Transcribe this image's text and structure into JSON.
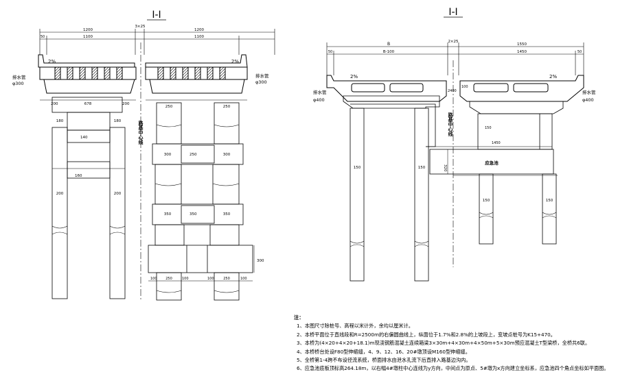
{
  "left": {
    "title": "I-I",
    "dims_top": [
      "1200",
      "3×25",
      "1200"
    ],
    "dims_second": [
      "50",
      "1100",
      "1100"
    ],
    "slope_left": "2%",
    "slope_right": "2%",
    "drain_label": "排水管",
    "drain_dia": "φ300",
    "pier_dims": {
      "left_offset": "200",
      "span": "678",
      "right_offset": "200"
    },
    "column_widths": {
      "upper": "180",
      "beam": "140",
      "middle": "160",
      "lower": "200"
    },
    "centerline": "路基中心线",
    "right_dims": {
      "col_a": "250",
      "col_b": "300",
      "beam_a": "250",
      "col_c": "350",
      "beam_b": "350",
      "cap": "300"
    },
    "footing_dims": [
      "100",
      "250",
      "100",
      "100",
      "250",
      "100"
    ]
  },
  "right": {
    "title": "I-I",
    "dims_top": [
      "B",
      "2×25",
      "1550"
    ],
    "dims_second": [
      "50",
      "B-100",
      "1450",
      "50"
    ],
    "slope_left": "2%",
    "slope_right": "2%",
    "drain_label": "排水管",
    "drain_dia": "φ400",
    "centerline": "路基中心线",
    "beam_dims": {
      "d100": "100",
      "d2400": "2400",
      "d150a": "150",
      "d1450": "1450"
    },
    "cap_height": "320",
    "pool_label": "应急池",
    "column_dim": "150",
    "pile_dims": [
      "150",
      "150"
    ]
  },
  "notes": {
    "heading": "注：",
    "lines": [
      "1、本图尺寸除桩号、高程以米计外，余均以厘米计。",
      "2、本桥平面位于直线段和R=2500m的右偏圆曲线上，纵面位于1.7%和2.8%的上坡段上，变坡点桩号为K15+470。",
      "3、本桥为(4×20+4×20+18.1)m现浇钢筋混凝土连续箱梁3×30m+4×30m+4×50m+5×30m预应混凝土T型梁桥，全桥共6联。",
      "4、本桥桥台处设F80型伸缩缝，4、9、12、16、20#墩顶设M160型伸缩缝。",
      "5、全桥第1-4跨不布设径流系统，桥面排水由泄水孔流下后直排入路基边沟内。",
      "6、应急池底板顶标高264.18m，以右幅4#墩柱中心连线为y方向，中间点为原点、5#墩为x方向建立坐标系，应急池四个角点坐标如平面图。"
    ]
  }
}
